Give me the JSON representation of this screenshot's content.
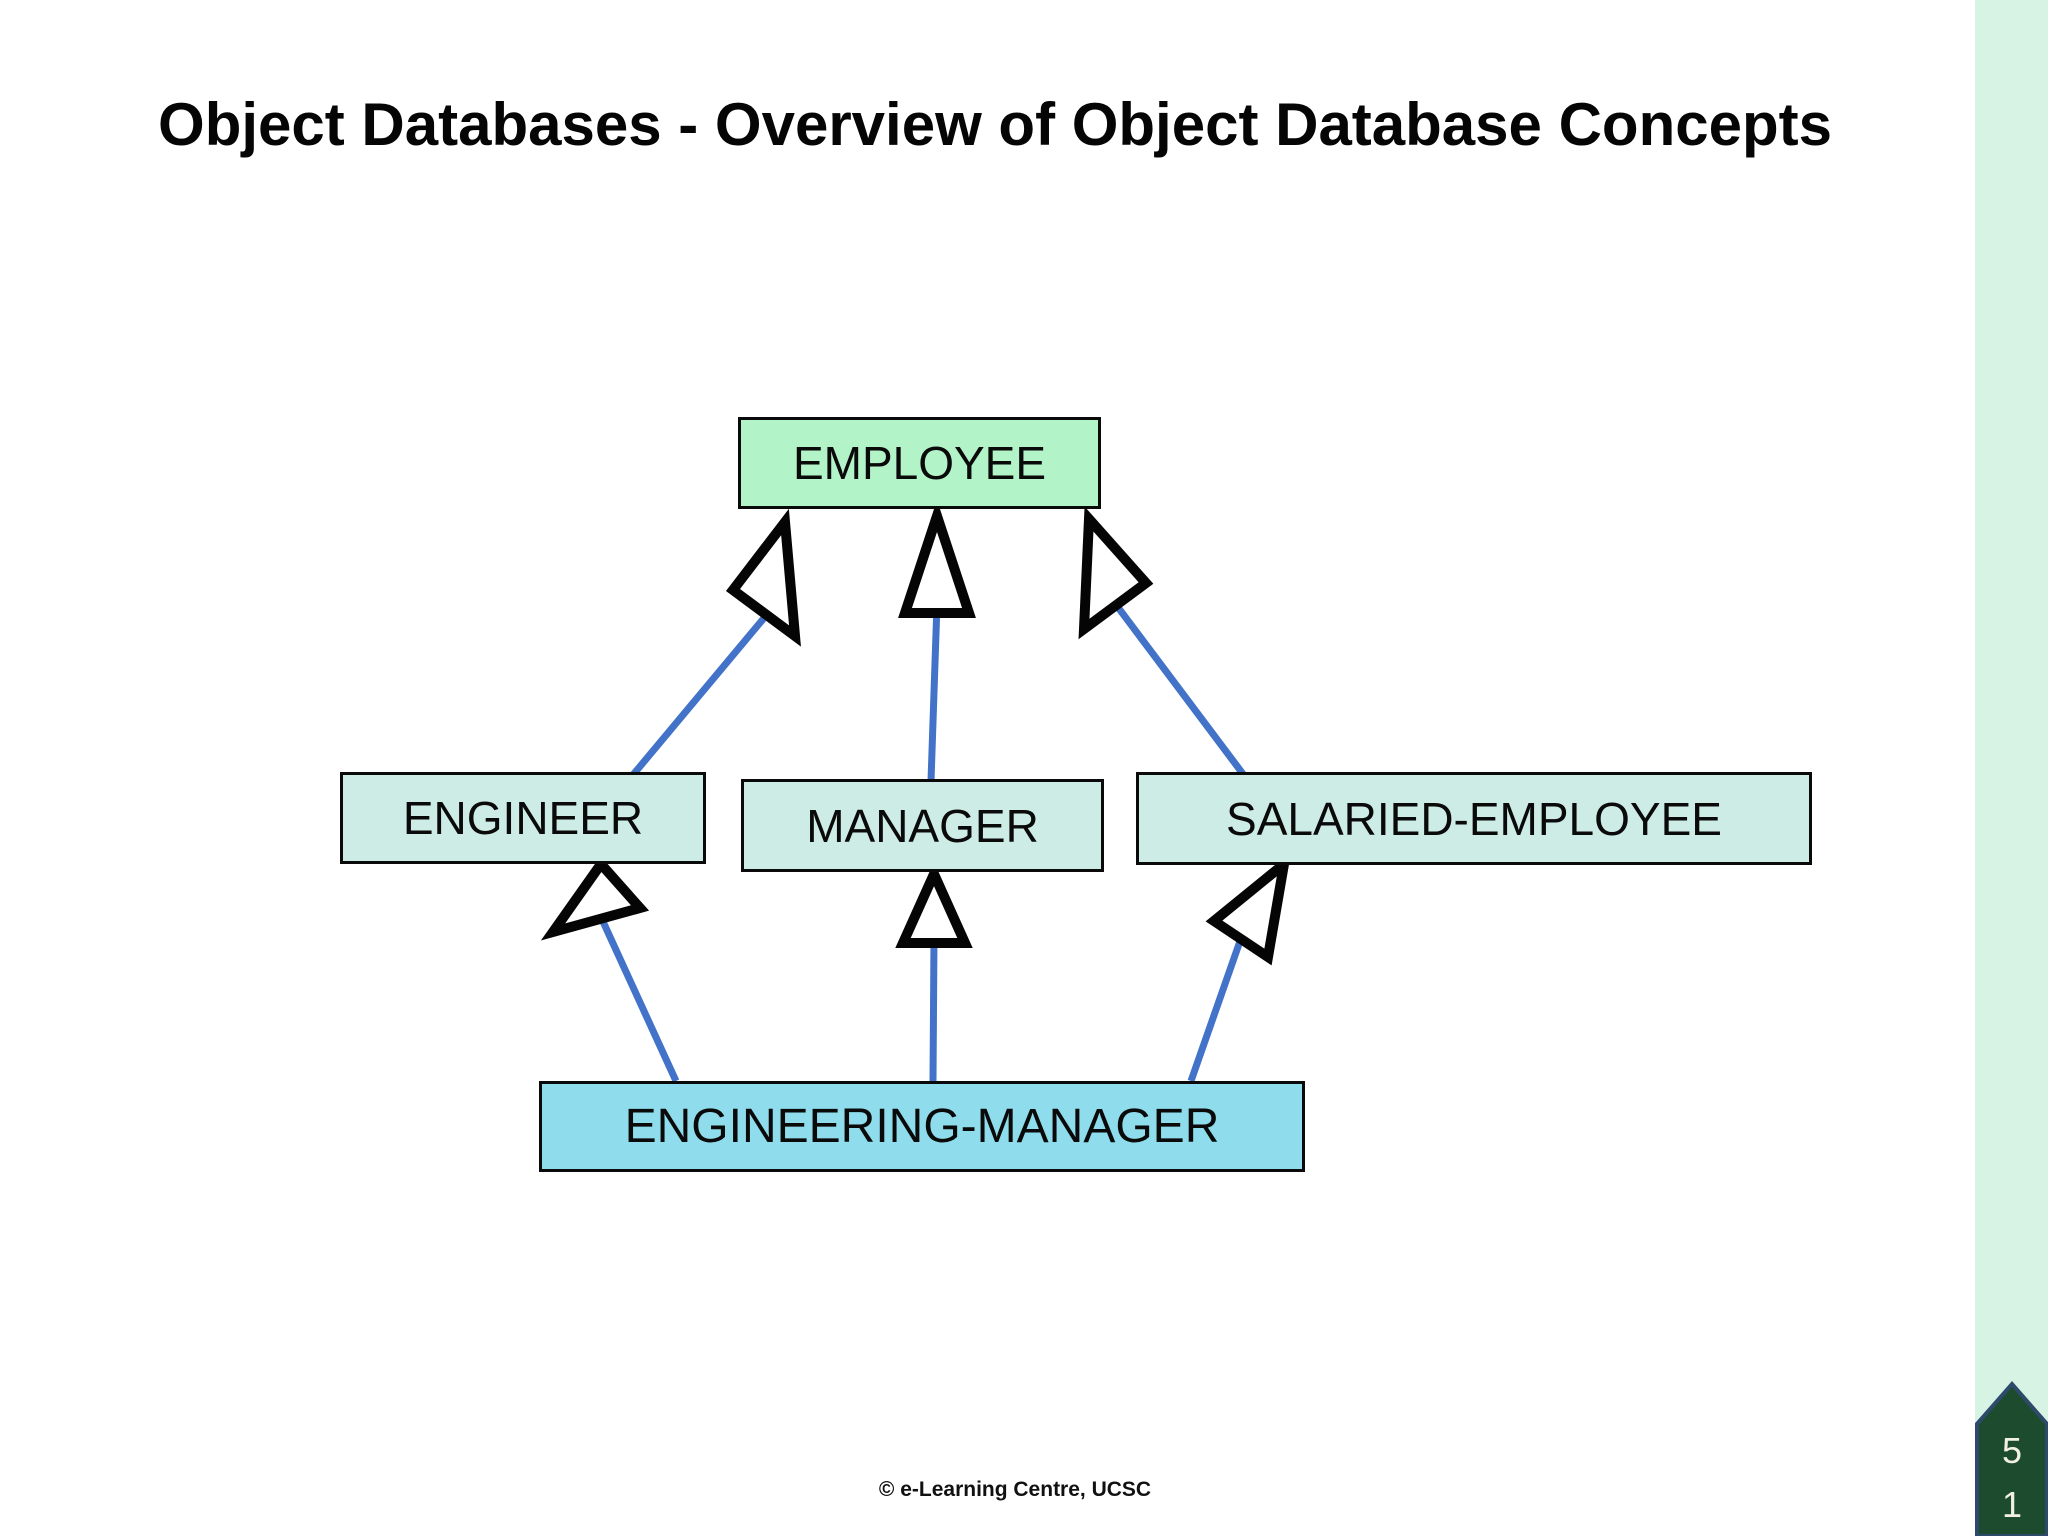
{
  "title": "Object Databases - Overview of Object Database Concepts",
  "footer": {
    "copyright": "© e-Learning Centre, UCSC"
  },
  "page_number": "51",
  "colors": {
    "background": "#ffffff",
    "side_strip": "#d6f3e3",
    "employee_fill": "#b3f3c8",
    "mid_level_fill": "#cdece5",
    "engineering_manager_fill": "#8edcec",
    "edge_blue": "#4273c8",
    "box_border": "#0a0a0a",
    "page_tab_fill": "#1d4b2e",
    "page_tab_border": "#2d4a6b",
    "page_tab_text": "#f1f0e1"
  },
  "diagram": {
    "type": "class-inheritance-hierarchy",
    "nodes": {
      "employee": {
        "label": "EMPLOYEE"
      },
      "engineer": {
        "label": "ENGINEER"
      },
      "manager": {
        "label": "MANAGER"
      },
      "salaried_employee": {
        "label": "SALARIED-EMPLOYEE"
      },
      "engineering_manager": {
        "label": "ENGINEERING-MANAGER"
      }
    },
    "edges": [
      {
        "from": "ENGINEER",
        "to": "EMPLOYEE",
        "type": "generalization"
      },
      {
        "from": "MANAGER",
        "to": "EMPLOYEE",
        "type": "generalization"
      },
      {
        "from": "SALARIED-EMPLOYEE",
        "to": "EMPLOYEE",
        "type": "generalization"
      },
      {
        "from": "ENGINEERING-MANAGER",
        "to": "ENGINEER",
        "type": "generalization"
      },
      {
        "from": "ENGINEERING-MANAGER",
        "to": "MANAGER",
        "type": "generalization"
      },
      {
        "from": "ENGINEERING-MANAGER",
        "to": "SALARIED-EMPLOYEE",
        "type": "generalization"
      }
    ]
  }
}
